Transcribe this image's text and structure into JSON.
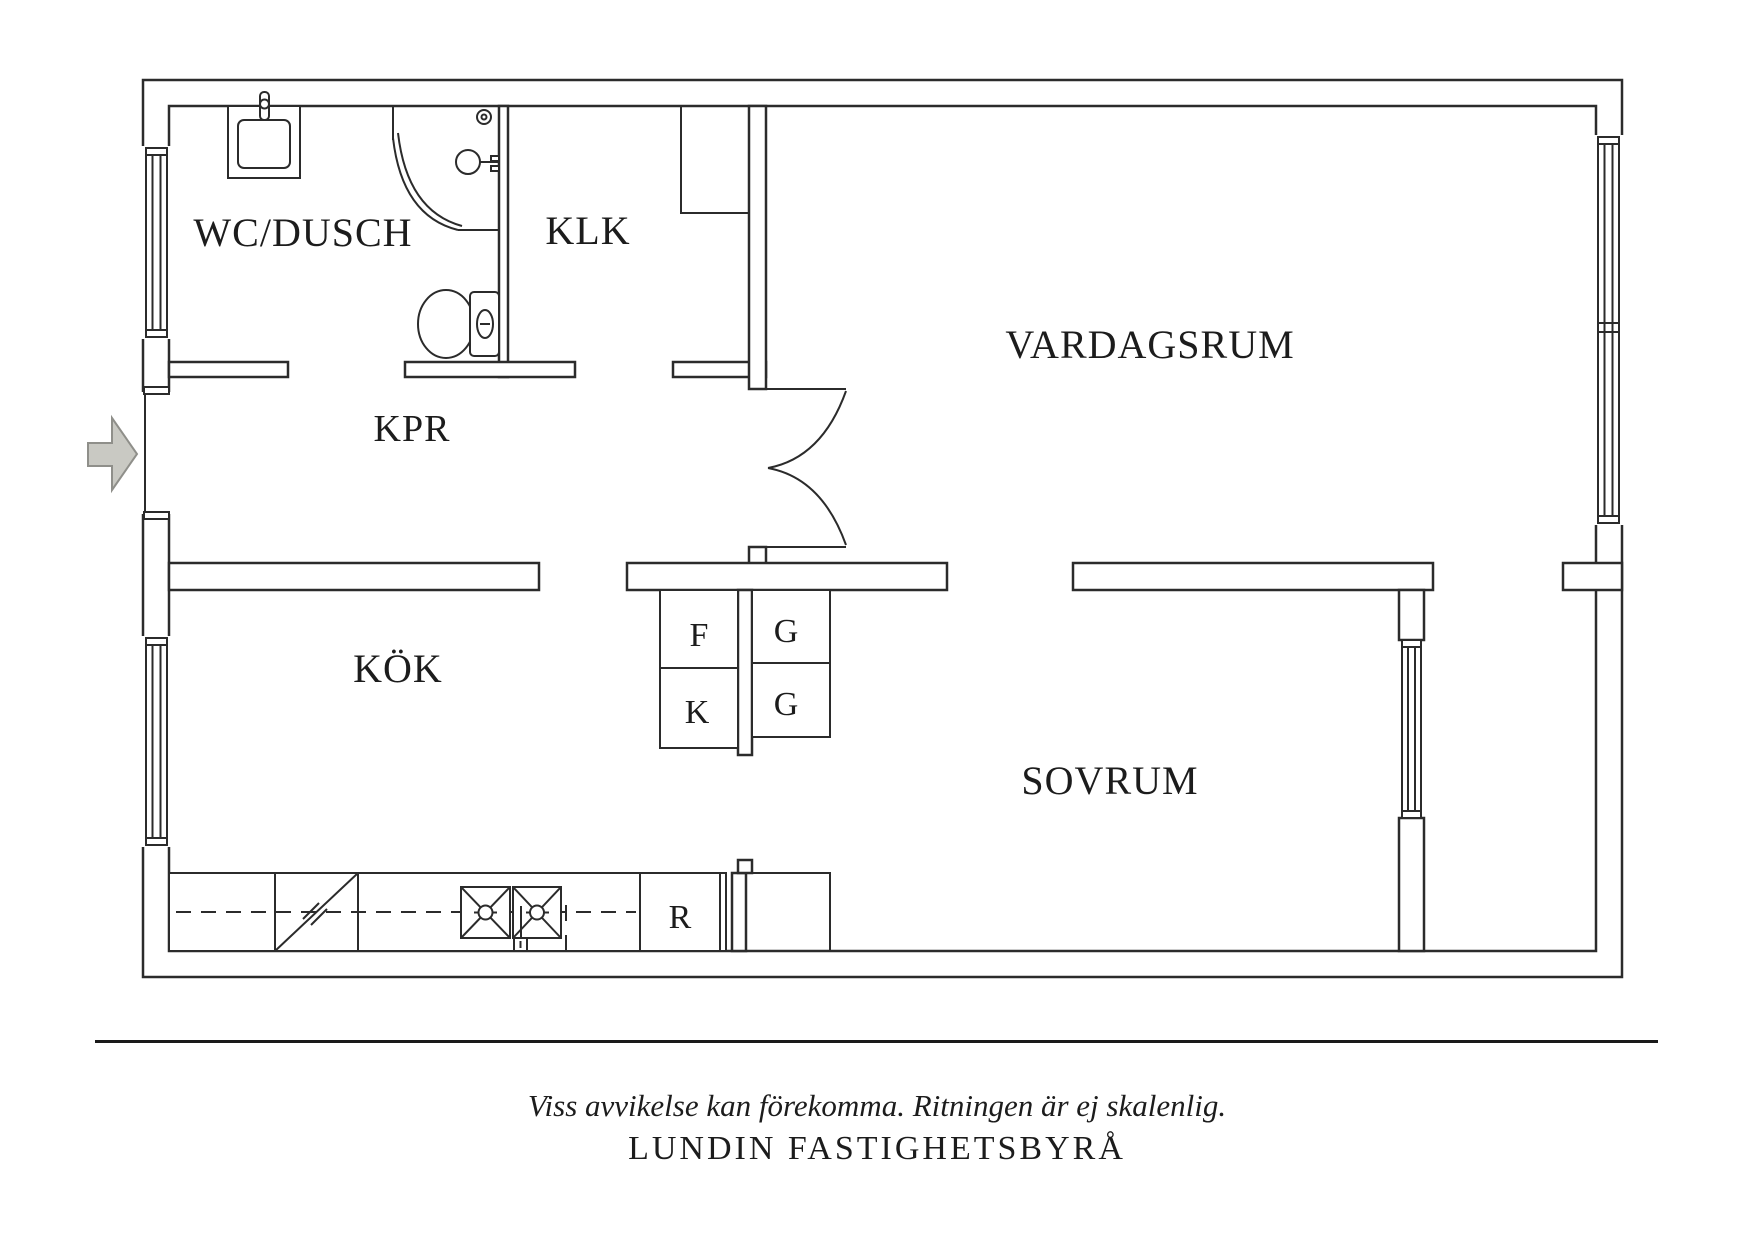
{
  "drawing": {
    "type": "apartment-floor-plan",
    "background_color": "#ffffff",
    "line_color": "#2b2b2b"
  },
  "rooms": [
    {
      "id": "wc-dusch",
      "label": "WC/DUSCH"
    },
    {
      "id": "klk",
      "label": "KLK"
    },
    {
      "id": "vardagsrum",
      "label": "VARDAGSRUM"
    },
    {
      "id": "kpr",
      "label": "KPR"
    },
    {
      "id": "kok",
      "label": "KÖK"
    },
    {
      "id": "sovrum",
      "label": "SOVRUM"
    }
  ],
  "closets": {
    "f": "F",
    "k": "K",
    "g_top": "G",
    "g_bottom": "G",
    "r": "R"
  },
  "entry": {
    "arrow_fill": "#c9c9c3",
    "arrow_border": "#8f8f8a"
  },
  "footer": {
    "disclaimer": "Viss avvikelse kan förekomma. Ritningen är ej skalenlig.",
    "brand": "LUNDIN FASTIGHETSBYRÅ"
  }
}
